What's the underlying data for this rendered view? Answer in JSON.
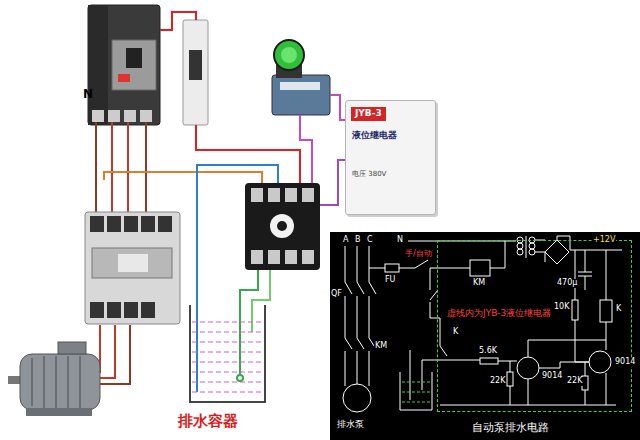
{
  "diagram": {
    "nodes": [
      {
        "text": [
          "JYB-3",
          "液位继电器",
          "电压 380V"
        ]
      },
      {
        "text": [
          "排水容器"
        ]
      },
      {
        "text": [
          "自动泵排水电路"
        ]
      },
      {
        "text": [
          "虚线内为JYB-3液位继电器"
        ],
        "in": 2
      }
    ],
    "labels": [
      "N",
      "A",
      "B",
      "C",
      "N",
      "QF",
      "FU",
      "手/自动",
      "KM",
      "KM",
      "+12V",
      "470μ",
      "10K",
      "K",
      "K",
      "5.6K",
      "9014",
      "9014",
      "22K",
      "22K",
      "排水泵"
    ]
  }
}
